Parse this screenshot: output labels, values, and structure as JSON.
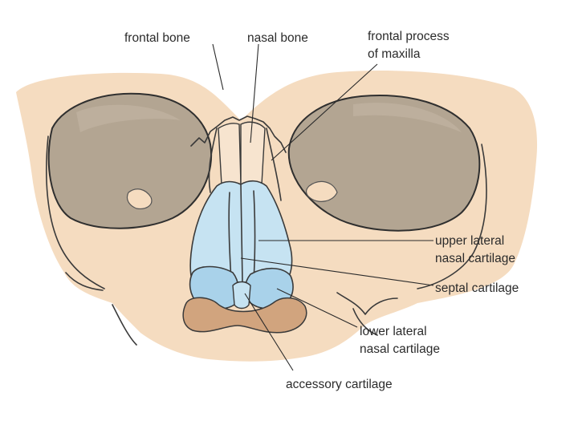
{
  "labels": {
    "frontal_bone": "frontal bone",
    "nasal_bone": "nasal bone",
    "frontal_process_1": "frontal process",
    "frontal_process_2": "of maxilla",
    "upper_lateral_1": "upper lateral",
    "upper_lateral_2": "nasal cartilage",
    "septal": "septal cartilage",
    "lower_lateral_1": "lower lateral",
    "lower_lateral_2": "nasal cartilage",
    "accessory": "accessory cartilage"
  },
  "colors": {
    "bone": "#f5dcc0",
    "orbit": "#b3a592",
    "cartilage": "#c6e3f2",
    "cartilage_dark": "#a9d2ea",
    "accessory_ring": "#d1a47e",
    "background": "#ffffff"
  }
}
